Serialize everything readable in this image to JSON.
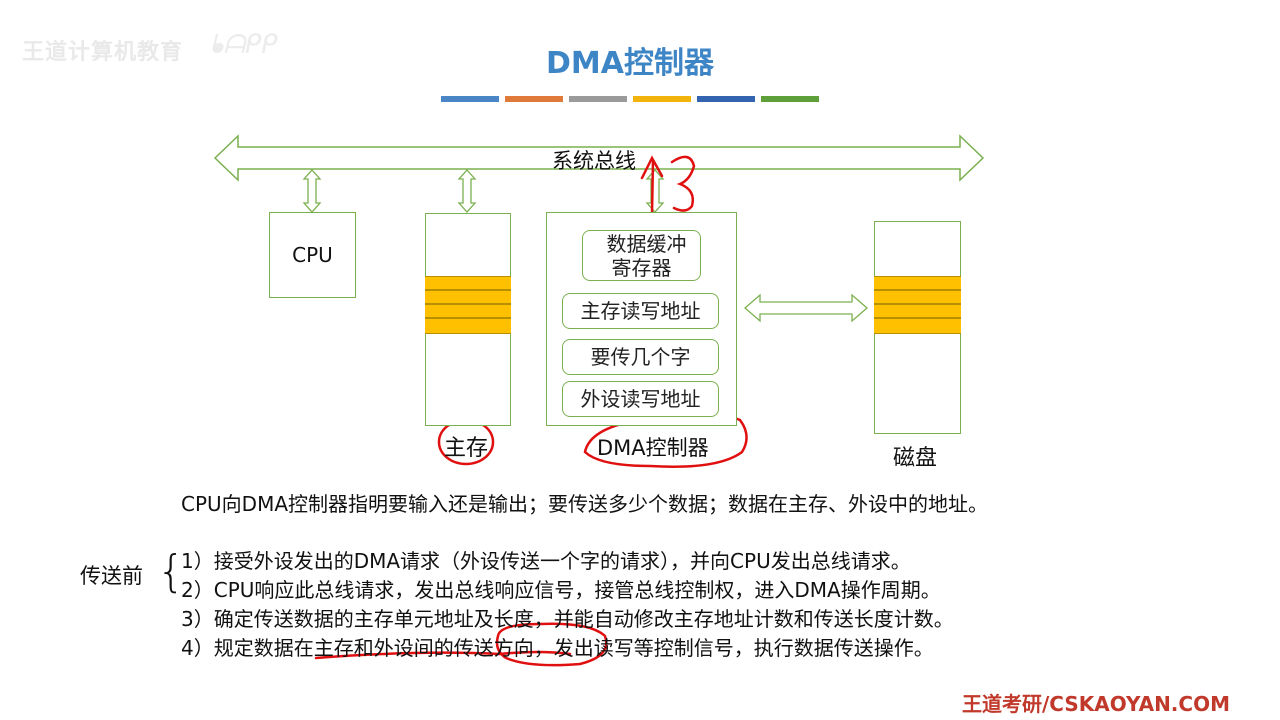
{
  "watermark": "王道计算机教育",
  "title": "DMA控制器",
  "colorbars": [
    "#4a86c5",
    "#e07a3a",
    "#9a9a9a",
    "#f2b30b",
    "#3464b0",
    "#5fa03a"
  ],
  "diagram": {
    "bus_label": "系统总线",
    "cpu_label": "CPU",
    "memory_label": "主存",
    "dma_label": "DMA控制器",
    "disk_label": "磁盘",
    "dma_registers": [
      "数据缓冲\n寄存器",
      "主存读写地址",
      "要传几个字",
      "外设读写地址"
    ]
  },
  "description": "CPU向DMA控制器指明要输入还是输出；要传送多少个数据；数据在主存、外设中的地址。",
  "before_transfer": {
    "label": "传送前",
    "steps": [
      "1）接受外设发出的DMA请求（外设传送一个字的请求），并向CPU发出总线请求。",
      "2）CPU响应此总线请求，发出总线响应信号，接管总线控制权，进入DMA操作周期。",
      "3）确定传送数据的主存单元地址及长度，并能自动修改主存地址计数和传送长度计数。",
      "4）规定数据在主存和外设间的传送方向，发出读写等控制信号，执行数据传送操作。"
    ]
  },
  "footer": "王道考研/CSKAOYAN.COM"
}
